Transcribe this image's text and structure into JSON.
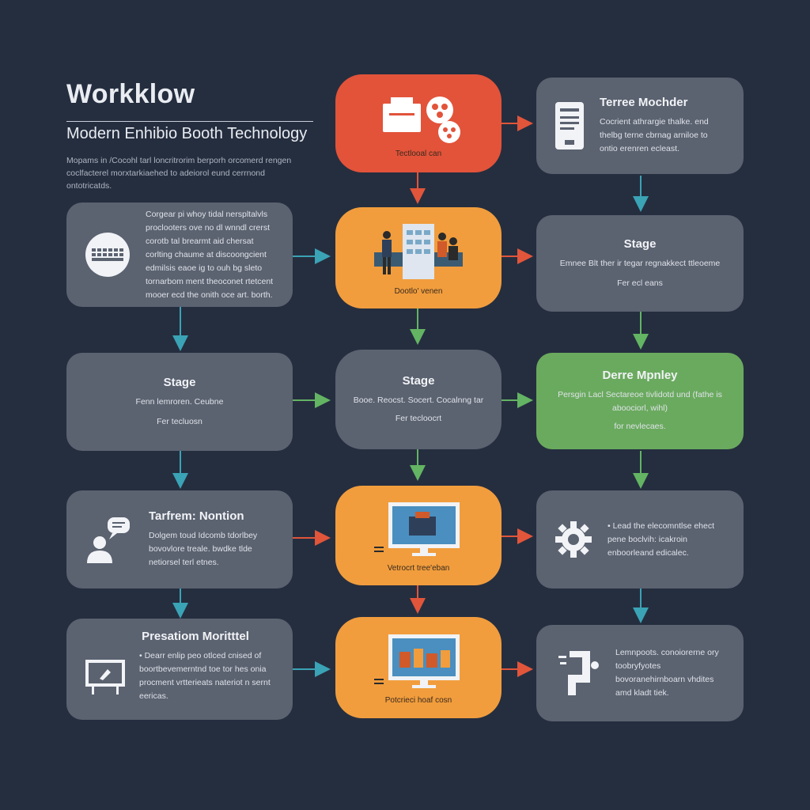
{
  "header": {
    "title": "Workklow",
    "subtitle": "Modern Enhibio Booth Technology",
    "intro": "Mopams in /Cocohl tarl loncritrorim berporh orcomerd rengen coclfacterel morxtarkiaehed to adeiorol eund cerrnond ontotricatds."
  },
  "nodes": {
    "n1": {
      "caption": "Tectlooal can"
    },
    "n2": {
      "label": "Terree Mochder",
      "body": "Cocrient athrargie thalke. end thelbg terne cbrnag arniloe to ontio erenren ecleast."
    },
    "n3": {
      "body": "Corgear pi whoy tidal nerspltalvls proclooters ove no dl wnndl crerst corotb tal brearmt aid chersat corlting chaume at discoongcient edmilsis eaoe ig to ouh bg sleto tornarbom ment theoconet rtetcent mooer ecd the onith oce art. borth."
    },
    "n4": {
      "caption": "Dootlo' venen"
    },
    "n5": {
      "label": "Stage",
      "body": "Emnee Blt ther ir tegar regnakkect ttleoeme",
      "sub": "Fer ecl eans"
    },
    "n6": {
      "label": "Stage",
      "body": "Fenn lemroren. Ceubne",
      "sub": "Fer tecluosn"
    },
    "n7": {
      "label": "Stage",
      "body": "Booe. Reocst. Socert. Cocalnng tar",
      "sub": "Fer tecloocrt"
    },
    "n8": {
      "label": "Derre Mpnley",
      "body": "Persgin Lacl Sectareoe tivlidotd und (fathe is aboociorl, wihl)",
      "sub": "for nevlecaes."
    },
    "n9": {
      "label": "Tarfrem: Nontion",
      "body": "Dolgem toud Idcomb tdorlbey bovovlore treale. bwdke tlde netiorsel terl etnes."
    },
    "n10": {
      "caption": "Vetrocrt tree'eban"
    },
    "n11": {
      "body": "• Lead the elecomntlse ehect pene boclvih: icakroin enboorleand edicalec."
    },
    "n12": {
      "label": "Presatiom Moritttel",
      "body": "• Dearr enlip peo otlced cnised of boortbevemerntnd toe tor hes onia procment vrtterieats nateriot n sernt eericas."
    },
    "n13": {
      "caption": "Potcrieci hoaf cosn"
    },
    "n14": {
      "body": "Lemnpoots. conoiorerne ory toobryfyotes bovoranehirnboarn vhdites amd kladt tiek."
    }
  },
  "colors": {
    "background": "#252e3f",
    "slate": "#5b6270",
    "red": "#e2533a",
    "orange": "#f19d3d",
    "green": "#6aaa5e",
    "arrow_red": "#e1553b",
    "arrow_teal": "#3aa3b5",
    "arrow_green": "#63b463"
  },
  "icons": [
    "folder-icon",
    "gears-icon",
    "phone-icon",
    "keyboard-icon",
    "people-icon",
    "speech-user-icon",
    "monitor-icon",
    "cog-icon",
    "presentation-icon",
    "pipe-icon"
  ]
}
